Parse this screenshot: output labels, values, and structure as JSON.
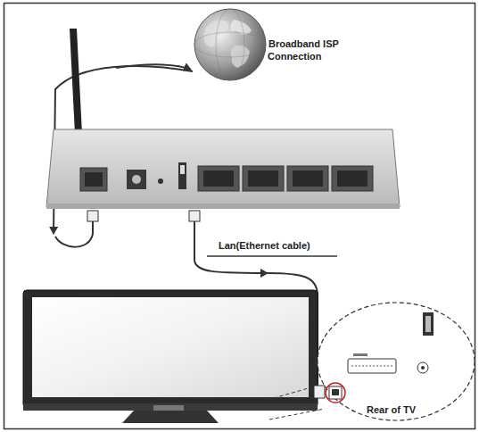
{
  "diagram": {
    "labels": [
      "Broadband ISP Connection",
      "Lan(Ethernet cable)",
      "Rear of TV"
    ]
  }
}
